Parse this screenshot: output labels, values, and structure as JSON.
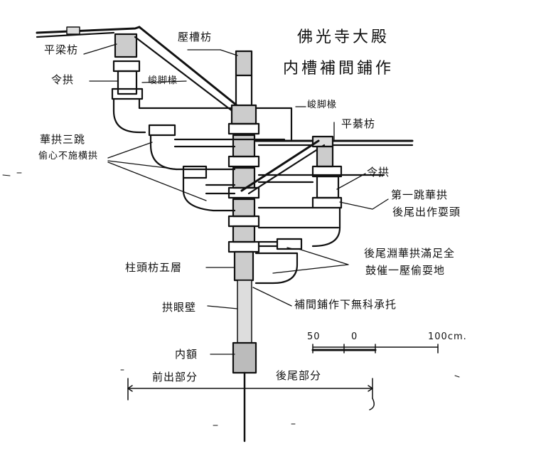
{
  "title": {
    "line1": "佛光寺大殿",
    "line2": "内槽補間鋪作"
  },
  "labels": {
    "pingliufang_top": "平梁枋",
    "linggong_left": "令拱",
    "xiaojiaoche": "峻脚椽",
    "tuotuofang": "壓槽枋",
    "huagong_sanji_1": "華拱三跳",
    "huagong_sanji_2": "偷心不施横拱",
    "xiaojiaoche_right": "峻脚椽",
    "pingliufang_right": "平綦枋",
    "linggong_right": "令拱",
    "diyi_1": "第一跳華拱",
    "diyi_2": "後尾出作耍頭",
    "houwei_1": "後尾淵華拱滿足全",
    "houwei_2": "鼓催一壓偷耍地",
    "zhutou": "柱頭枋五層",
    "gongyanbi": "拱眼壁",
    "buijian": "補間鋪作下無科承托",
    "neie": "内額",
    "front": "前出部分",
    "back": "後尾部分"
  },
  "scale": {
    "ticks": [
      "50",
      "0",
      "100cm."
    ]
  }
}
